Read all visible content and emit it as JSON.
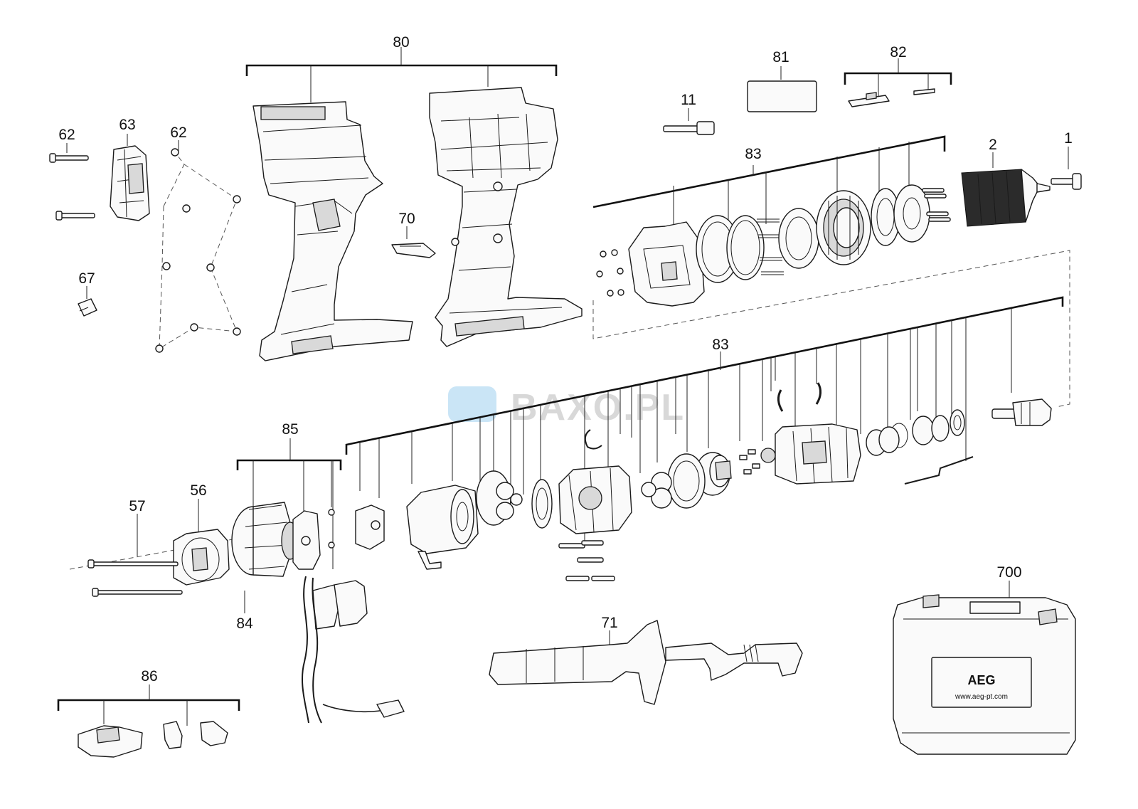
{
  "labels": {
    "l1": "1",
    "l2": "2",
    "l11": "11",
    "l56": "56",
    "l57": "57",
    "l62a": "62",
    "l62b": "62",
    "l63": "63",
    "l67": "67",
    "l70": "70",
    "l71": "71",
    "l80": "80",
    "l81": "81",
    "l82": "82",
    "l83a": "83",
    "l83b": "83",
    "l84": "84",
    "l85": "85",
    "l86": "86",
    "l700": "700"
  },
  "case_logo": "AEG",
  "case_url": "www.aeg-pt.com",
  "watermark": "BAXO.PL",
  "colors": {
    "line": "#111111",
    "watermark": "#7fbde6"
  }
}
